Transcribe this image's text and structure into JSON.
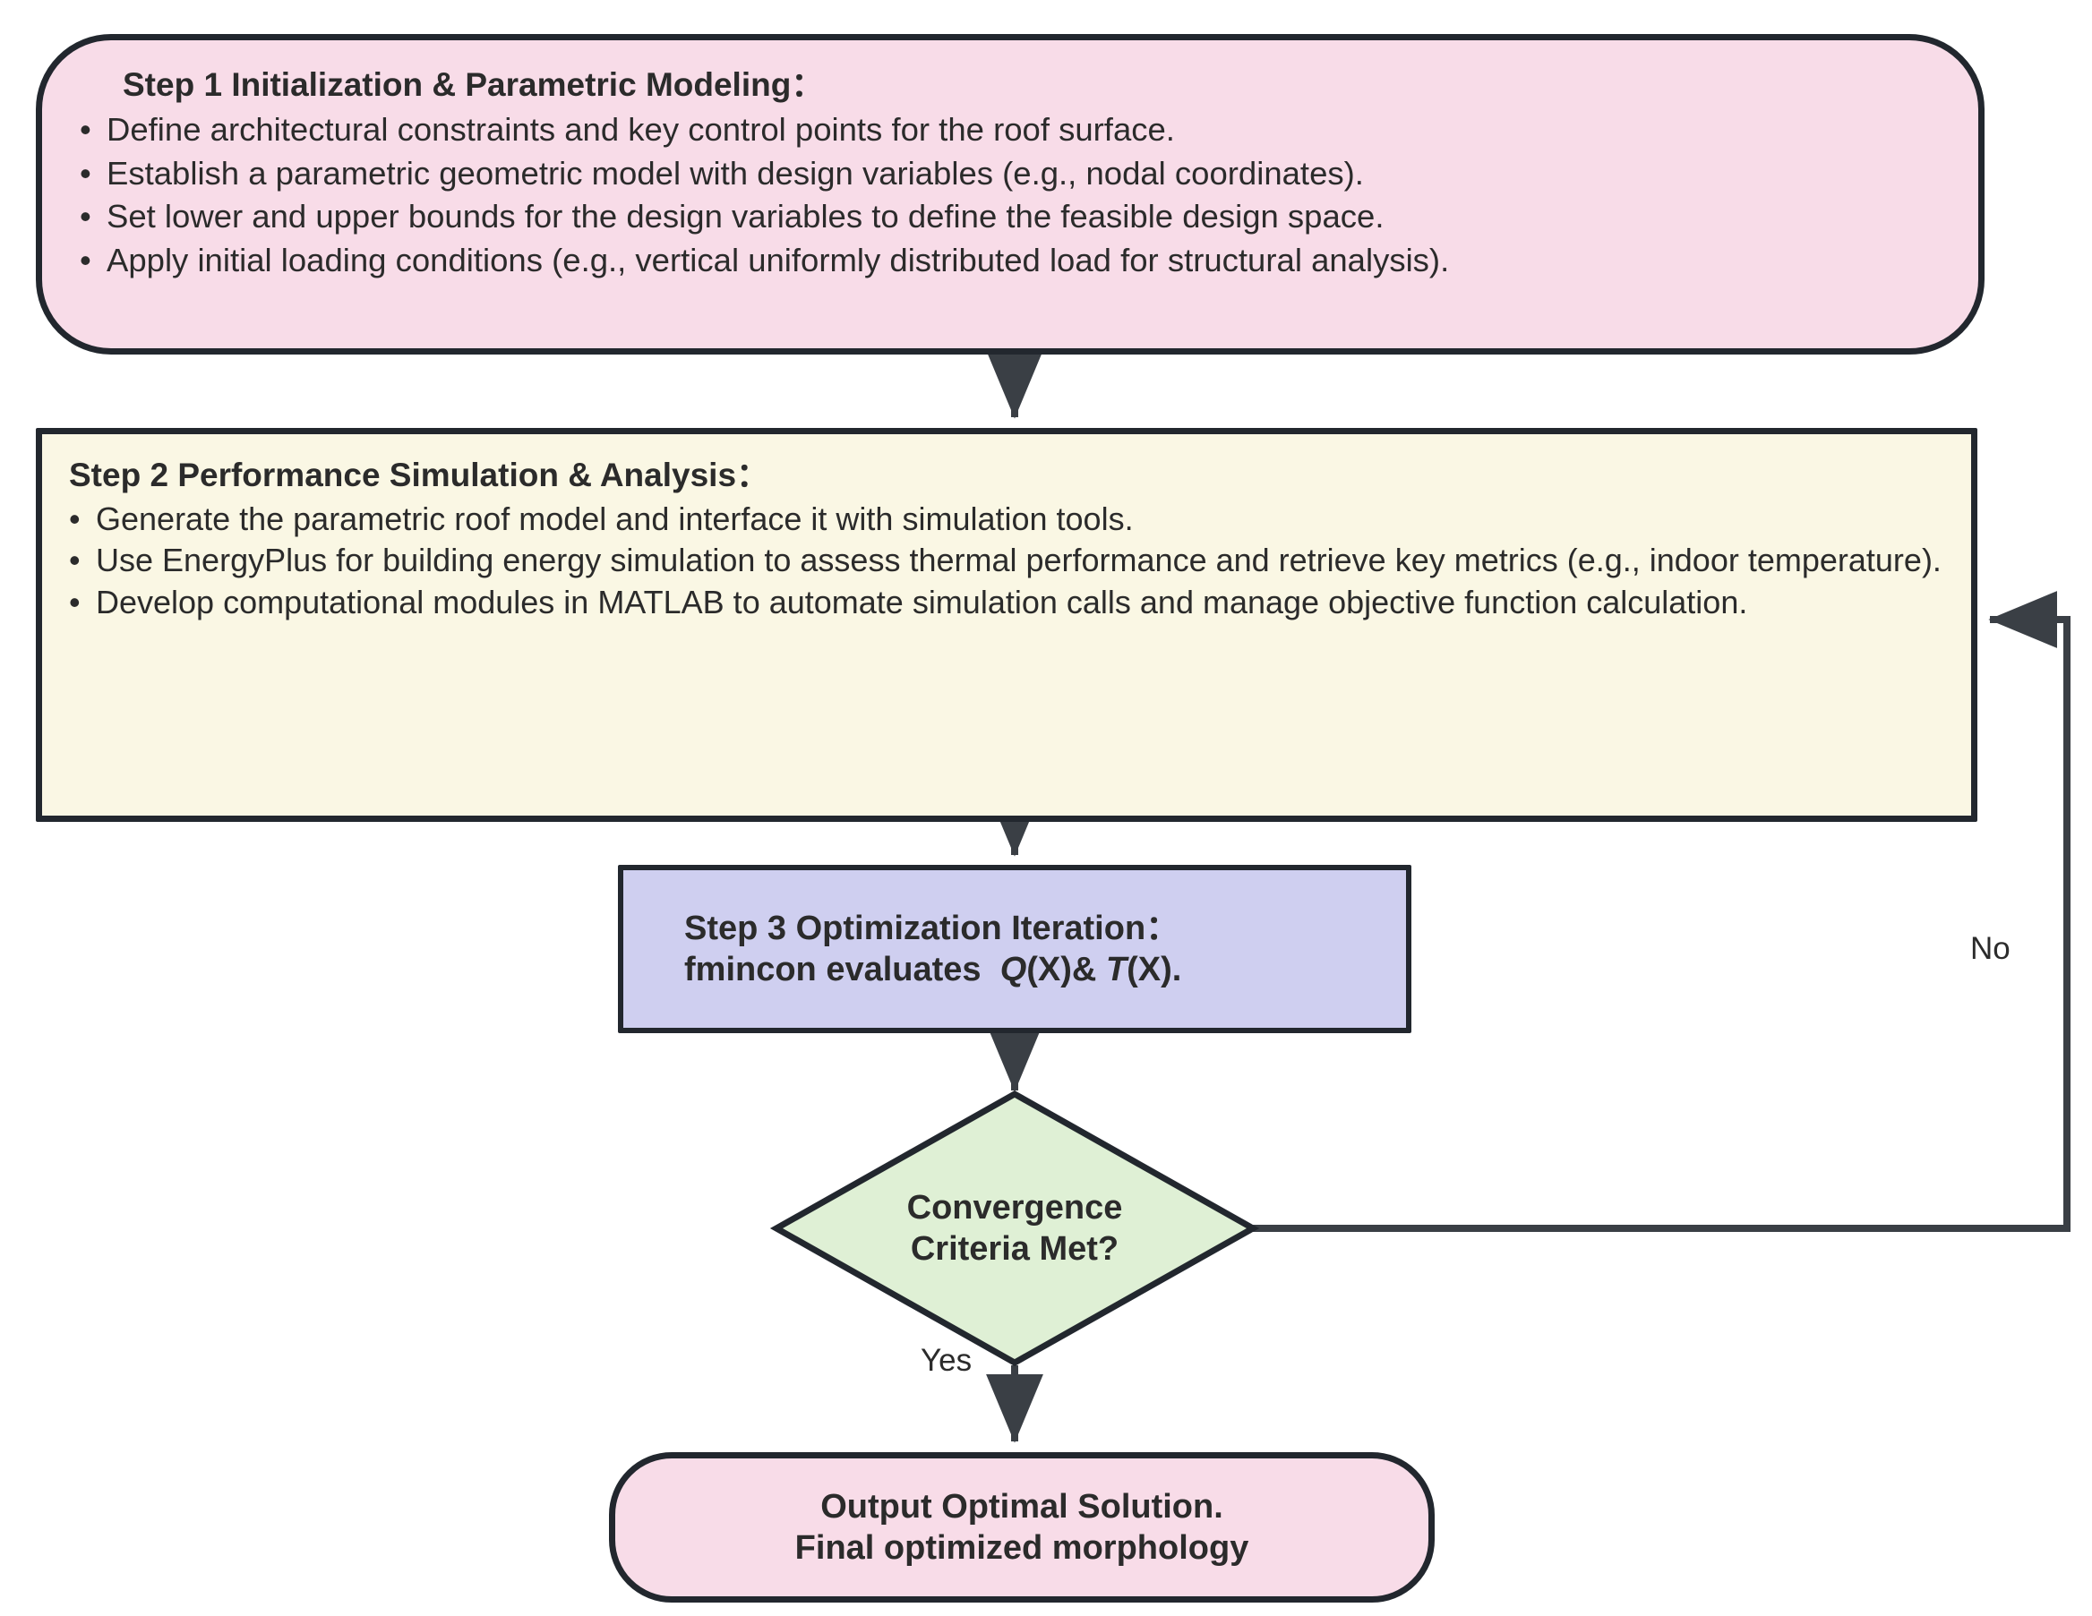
{
  "diagram": {
    "type": "flowchart",
    "title": "Parametric roof morphology optimization workflow",
    "colors": {
      "step1_fill": "#F8DCE8",
      "step2_fill": "#FAF7E4",
      "step3_fill": "#CFCFF0",
      "decision_fill": "#DFF0D5",
      "output_fill": "#F8DCE8",
      "stroke": "#22272E",
      "text": "#2b2b2b"
    }
  },
  "step1": {
    "title": "Step 1 Initialization & Parametric Modeling：",
    "bullets": [
      "Define architectural constraints and key control points for the roof surface.",
      "Establish a parametric geometric model with design variables (e.g., nodal coordinates).",
      "Set lower and upper bounds for the design variables to define the feasible design space.",
      "Apply initial loading conditions (e.g., vertical uniformly distributed load for structural analysis)."
    ],
    "bullet_glyph": "•"
  },
  "step2": {
    "title": "Step 2 Performance Simulation & Analysis：",
    "bullets": [
      "Generate the parametric roof model and interface it with simulation tools.",
      "Use EnergyPlus for building energy simulation to assess thermal performance and retrieve key metrics (e.g., indoor temperature).",
      "Develop computational modules in MATLAB to automate simulation calls and manage objective function calculation."
    ],
    "bullet_glyph": "•"
  },
  "step3": {
    "line1": "Step 3 Optimization Iteration：",
    "line2_prefix": "fmincon evaluates",
    "line2_q": "Q",
    "line2_q_arg": "(X)&",
    "line2_t": "T",
    "line2_t_arg": "(X)."
  },
  "decision": {
    "line1": "Convergence",
    "line2": "Criteria Met?"
  },
  "output": {
    "line1": "Output Optimal Solution.",
    "line2": "Final optimized morphology"
  },
  "edges": {
    "yes_label": "Yes",
    "no_label": "No"
  }
}
